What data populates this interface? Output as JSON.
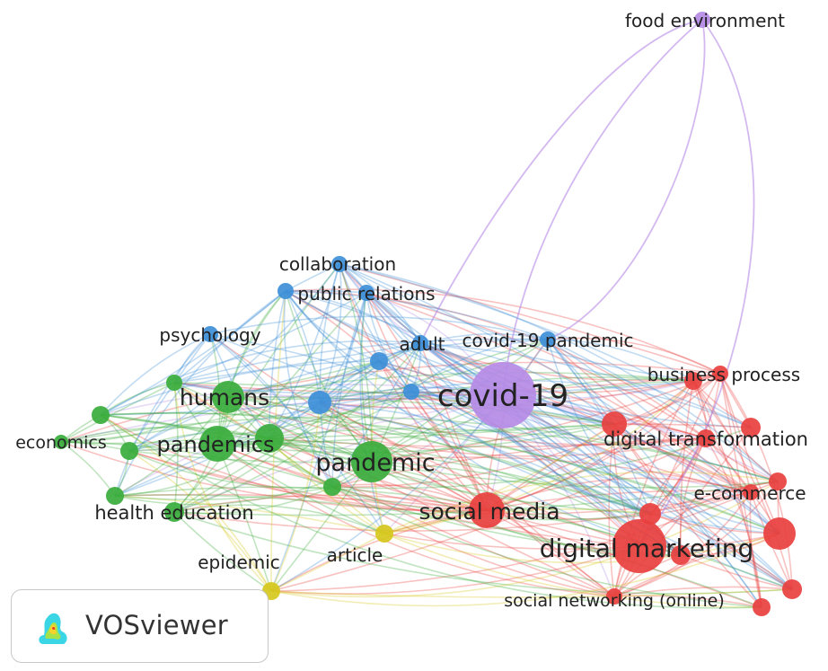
{
  "software": {
    "name": "VOSviewer"
  },
  "colors": {
    "red": "#e8403f",
    "green": "#3aac3c",
    "blue": "#3d8fd8",
    "yellow": "#d6c81c",
    "purple": "#b58be6"
  },
  "network": {
    "nodes": [
      {
        "id": "covid19",
        "label": "covid-19",
        "cluster": "purple",
        "weight": 10
      },
      {
        "id": "food",
        "label": "food environment",
        "cluster": "purple",
        "weight": 1
      },
      {
        "id": "digmkt",
        "label": "digital marketing",
        "cluster": "red",
        "weight": 8
      },
      {
        "id": "socmedia",
        "label": "social media",
        "cluster": "red",
        "weight": 6
      },
      {
        "id": "digtrans",
        "label": "digital transformation",
        "cluster": "red",
        "weight": 3
      },
      {
        "id": "ecommerce",
        "label": "e-commerce",
        "cluster": "red",
        "weight": 2
      },
      {
        "id": "bizproc",
        "label": "business process",
        "cluster": "red",
        "weight": 2
      },
      {
        "id": "socnet",
        "label": "social networking (online)",
        "cluster": "red",
        "weight": 2
      },
      {
        "id": "pandemic",
        "label": "pandemic",
        "cluster": "green",
        "weight": 6
      },
      {
        "id": "pandemics",
        "label": "pandemics",
        "cluster": "green",
        "weight": 5
      },
      {
        "id": "humans",
        "label": "humans",
        "cluster": "green",
        "weight": 5
      },
      {
        "id": "economics",
        "label": "economics",
        "cluster": "green",
        "weight": 1
      },
      {
        "id": "healthedu",
        "label": "health education",
        "cluster": "green",
        "weight": 2
      },
      {
        "id": "collab",
        "label": "collaboration",
        "cluster": "blue",
        "weight": 1
      },
      {
        "id": "pubrel",
        "label": "public relations",
        "cluster": "blue",
        "weight": 2
      },
      {
        "id": "psych",
        "label": "psychology",
        "cluster": "blue",
        "weight": 1
      },
      {
        "id": "adult",
        "label": "adult",
        "cluster": "blue",
        "weight": 1
      },
      {
        "id": "covidpand",
        "label": "covid-19 pandemic",
        "cluster": "blue",
        "weight": 1
      },
      {
        "id": "article",
        "label": "article",
        "cluster": "yellow",
        "weight": 2
      },
      {
        "id": "epidemic",
        "label": "epidemic",
        "cluster": "yellow",
        "weight": 2
      }
    ]
  }
}
